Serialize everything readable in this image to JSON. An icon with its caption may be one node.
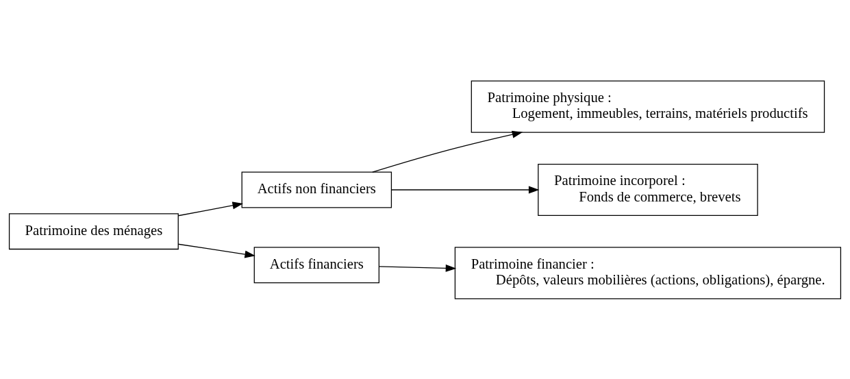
{
  "diagram": {
    "nodes": [
      {
        "text": [
          "Patrimoine des ménages"
        ]
      },
      {
        "text": [
          "Actifs non financiers"
        ]
      },
      {
        "text": [
          "Actifs financiers"
        ]
      },
      {
        "text": [
          "Patrimoine physique :",
          "Logement, immeubles, terrains, matériels productifs"
        ]
      },
      {
        "text": [
          "Patrimoine incorporel :",
          "Fonds de commerce, brevets"
        ]
      },
      {
        "text": [
          "Patrimoine financier :",
          "Dépôts, valeurs mobilières (actions, obligations), épargne."
        ]
      }
    ],
    "edges": [
      {
        "from": 0,
        "to": 1,
        "arrow": "to"
      },
      {
        "from": 0,
        "to": 2,
        "arrow": "to"
      },
      {
        "from": 1,
        "to": 3,
        "arrow": "to"
      },
      {
        "from": 1,
        "to": 4,
        "arrow": "to"
      },
      {
        "from": 2,
        "to": 5,
        "arrow": "to"
      }
    ]
  }
}
